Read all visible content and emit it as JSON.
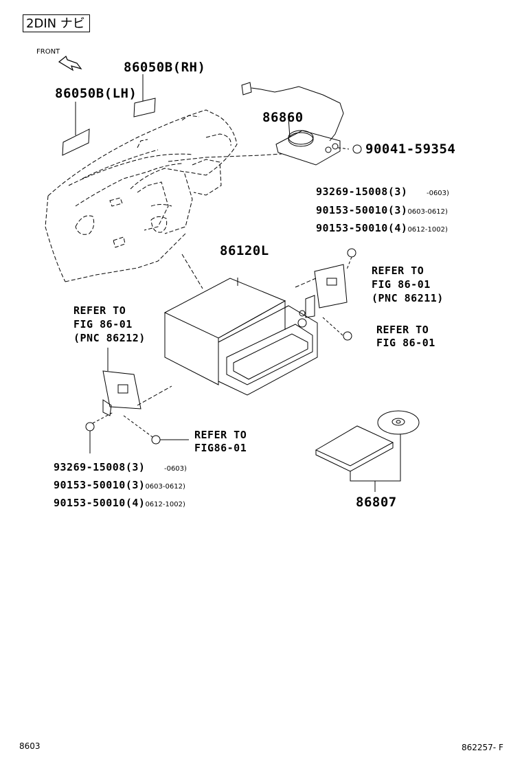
{
  "header_label": "2DIN ナビ",
  "front_label": "FRONT",
  "parts": {
    "p1": "86050B(RH)",
    "p2": "86050B(LH)",
    "p3": "86860",
    "p4": "90041-59354",
    "p5": "86120L",
    "p6": "86807"
  },
  "right_screws": [
    {
      "pn": "93269-15008",
      "qty": "(3)",
      "range": "-0603)"
    },
    {
      "pn": "90153-50010",
      "qty": "(3)",
      "range": "0603-0612)"
    },
    {
      "pn": "90153-50010",
      "qty": "(4)",
      "range": "0612-1002)"
    }
  ],
  "left_screws": [
    {
      "pn": "93269-15008",
      "qty": "(3)",
      "range": "-0603)"
    },
    {
      "pn": "90153-50010",
      "qty": "(3)",
      "range": "0603-0612)"
    },
    {
      "pn": "90153-50010",
      "qty": "(4)",
      "range": "0612-1002)"
    }
  ],
  "refs": {
    "right_bracket": [
      "REFER TO",
      "FIG 86-01",
      "(PNC 86211)"
    ],
    "right_screw": [
      "REFER TO",
      "FIG 86-01"
    ],
    "left_bracket": [
      "REFER TO",
      "FIG 86-01",
      "(PNC 86212)"
    ],
    "left_screw": [
      "REFER TO",
      "FIG86-01"
    ]
  },
  "footer_left": "8603",
  "footer_right": "862257- F"
}
